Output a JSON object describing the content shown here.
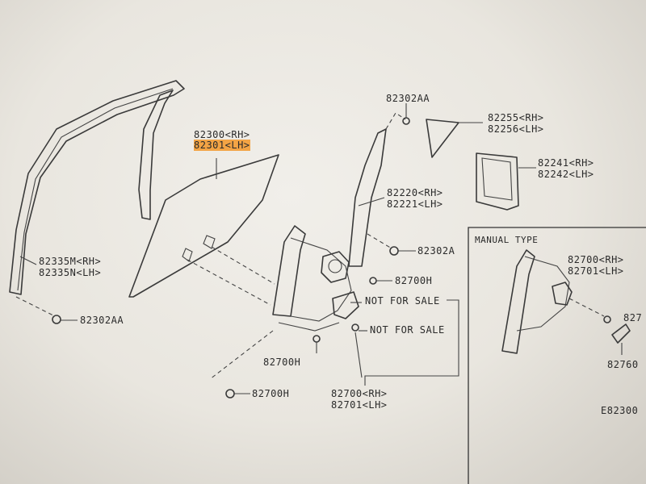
{
  "labels": {
    "p82300": "82300<RH>",
    "p82301": "82301<LH>",
    "p82335m": "82335M<RH>",
    "p82335n": "82335N<LH>",
    "p82302aa_bottom": "82302AA",
    "p82302aa_top": "82302AA",
    "p82255": "82255<RH>",
    "p82256": "82256<LH>",
    "p82241": "82241<RH>",
    "p82242": "82242<LH>",
    "p82220": "82220<RH>",
    "p82221": "82221<LH>",
    "p82302a": "82302A",
    "p82700h_a": "82700H",
    "not_for_sale_1": "NOT FOR SALE",
    "not_for_sale_2": "NOT FOR SALE",
    "p82700h_b": "82700H",
    "p82700h_c": "82700H",
    "p82700_rh": "82700<RH>",
    "p82701_lh": "82701<LH>",
    "manual_type": "MANUAL TYPE",
    "mt_82700": "82700<RH>",
    "mt_82701": "82701<LH>",
    "mt_827": "827",
    "mt_82760": "82760",
    "figure_code": "E82300"
  },
  "colors": {
    "highlight": "#f3a445",
    "ink": "#3a3a3a"
  }
}
